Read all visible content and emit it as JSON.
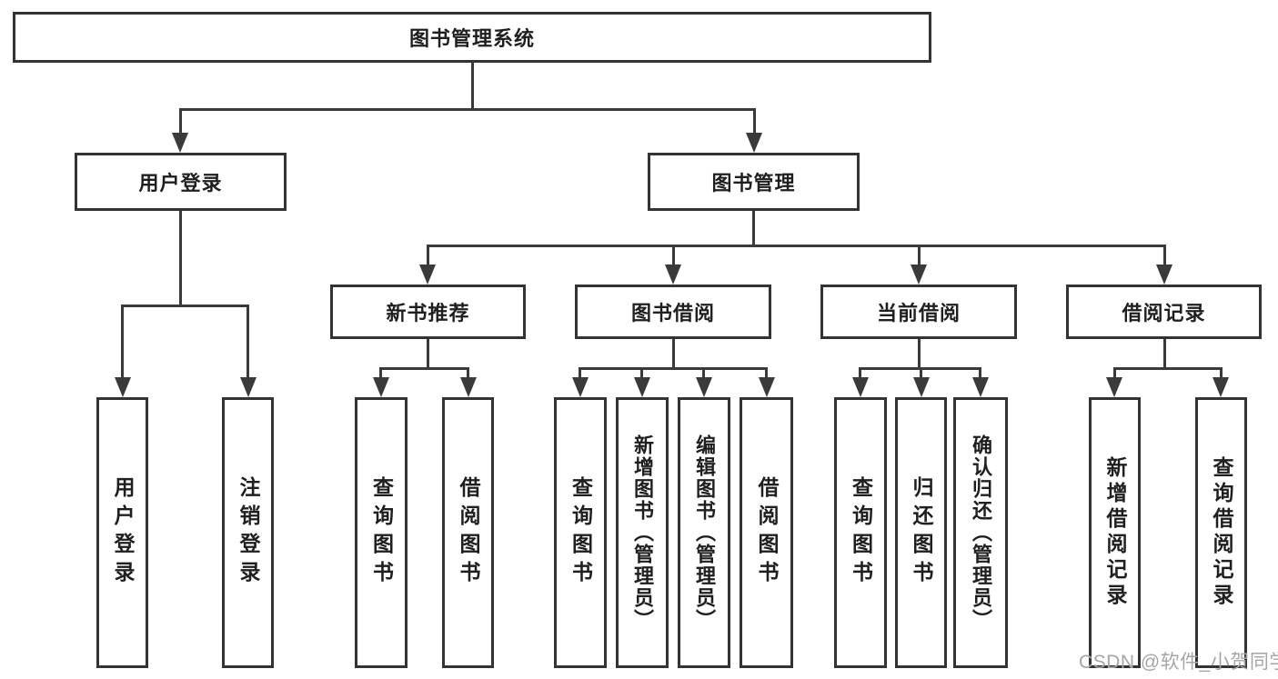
{
  "diagram": {
    "type": "hierarchy-tree",
    "root": {
      "label": "图书管理系统",
      "children": [
        {
          "label": "用户登录",
          "children": [
            {
              "label": "用户登录"
            },
            {
              "label": "注销登录"
            }
          ]
        },
        {
          "label": "图书管理",
          "children": [
            {
              "label": "新书推荐",
              "children": [
                {
                  "label": "查询图书"
                },
                {
                  "label": "借阅图书"
                }
              ]
            },
            {
              "label": "图书借阅",
              "children": [
                {
                  "label": "查询图书"
                },
                {
                  "label": "新增图书（管理员）"
                },
                {
                  "label": "编辑图书（管理员）"
                },
                {
                  "label": "借阅图书"
                }
              ]
            },
            {
              "label": "当前借阅",
              "children": [
                {
                  "label": "查询图书"
                },
                {
                  "label": "归还图书"
                },
                {
                  "label": "确认归还（管理员）"
                }
              ]
            },
            {
              "label": "借阅记录",
              "children": [
                {
                  "label": "新增借阅记录"
                },
                {
                  "label": "查询借阅记录"
                }
              ]
            }
          ]
        }
      ]
    },
    "colors": {
      "line": "#3a3a3a",
      "box_border": "#333333",
      "box_fill": "#ffffff",
      "text": "#1f1f1f",
      "background": "#ffffff",
      "watermark": "#a6a6a6"
    }
  },
  "watermark": {
    "text": "CSDN @软件_小贺同学"
  }
}
